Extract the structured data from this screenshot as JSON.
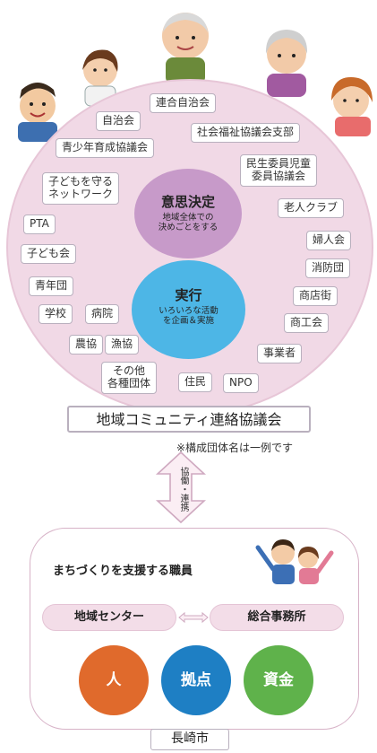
{
  "council": {
    "center_decision": {
      "title": "意思決定",
      "subtitle": "地域全体での\n決めごとをする"
    },
    "center_action": {
      "title": "実行",
      "subtitle": "いろいろな活動\nを企画＆実施"
    },
    "groups": [
      "連合自治会",
      "自治会",
      "社会福祉協議会支部",
      "青少年育成協議会",
      "民生委員児童\n委員協議会",
      "子どもを守る\nネットワーク",
      "老人クラブ",
      "PTA",
      "婦人会",
      "子ども会",
      "消防団",
      "青年団",
      "商店街",
      "学校",
      "病院",
      "商工会",
      "農協",
      "漁協",
      "事業者",
      "その他\n各種団体",
      "住民",
      "NPO"
    ],
    "banner": "地域コミュニティ連絡協議会",
    "note": "※構成団体名は一例です",
    "cooperation": "協働・連携"
  },
  "city": {
    "support_title": "まちづくりを支援する職員",
    "offices": [
      "地域センター",
      "総合事務所"
    ],
    "resources": [
      "人",
      "拠点",
      "資金"
    ],
    "banner": "長崎市"
  },
  "colors": {
    "council_circle": "#f1d9e6",
    "decision": "#c79ac9",
    "action": "#4db6e6",
    "people": "#e06a2c",
    "base": "#1e7fc4",
    "funds": "#5fb24b"
  }
}
